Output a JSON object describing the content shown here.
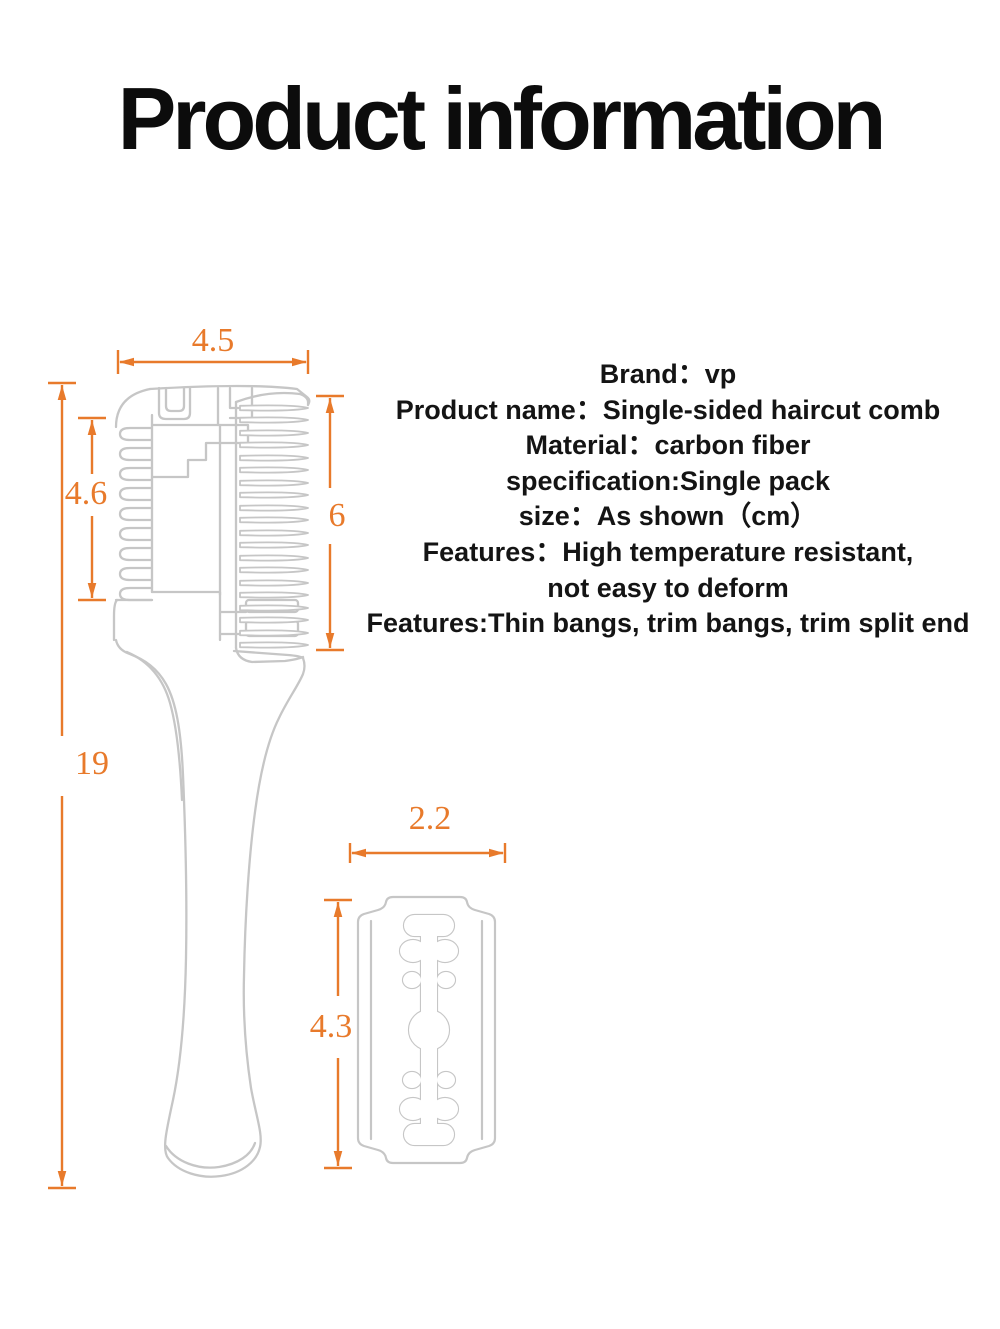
{
  "title": "Product information",
  "colors": {
    "accent_orange": "#e87a2b",
    "diagram_line_gray": "#c6c6c6",
    "text_black": "#141414",
    "background": "#ffffff"
  },
  "specs": {
    "lines": [
      "Brand：vp",
      "Product name：Single-sided haircut comb",
      "Material：carbon fiber",
      "specification:Single pack",
      "size：As shown（cm）",
      "Features：High temperature resistant,",
      "not easy to deform",
      "Features:Thin bangs, trim bangs, trim split end"
    ]
  },
  "dimensions": {
    "comb_head_width": "4.5",
    "razor_section_height": "4.6",
    "comb_teeth_height": "6",
    "total_length": "19",
    "blade_width": "2.2",
    "blade_height": "4.3"
  }
}
